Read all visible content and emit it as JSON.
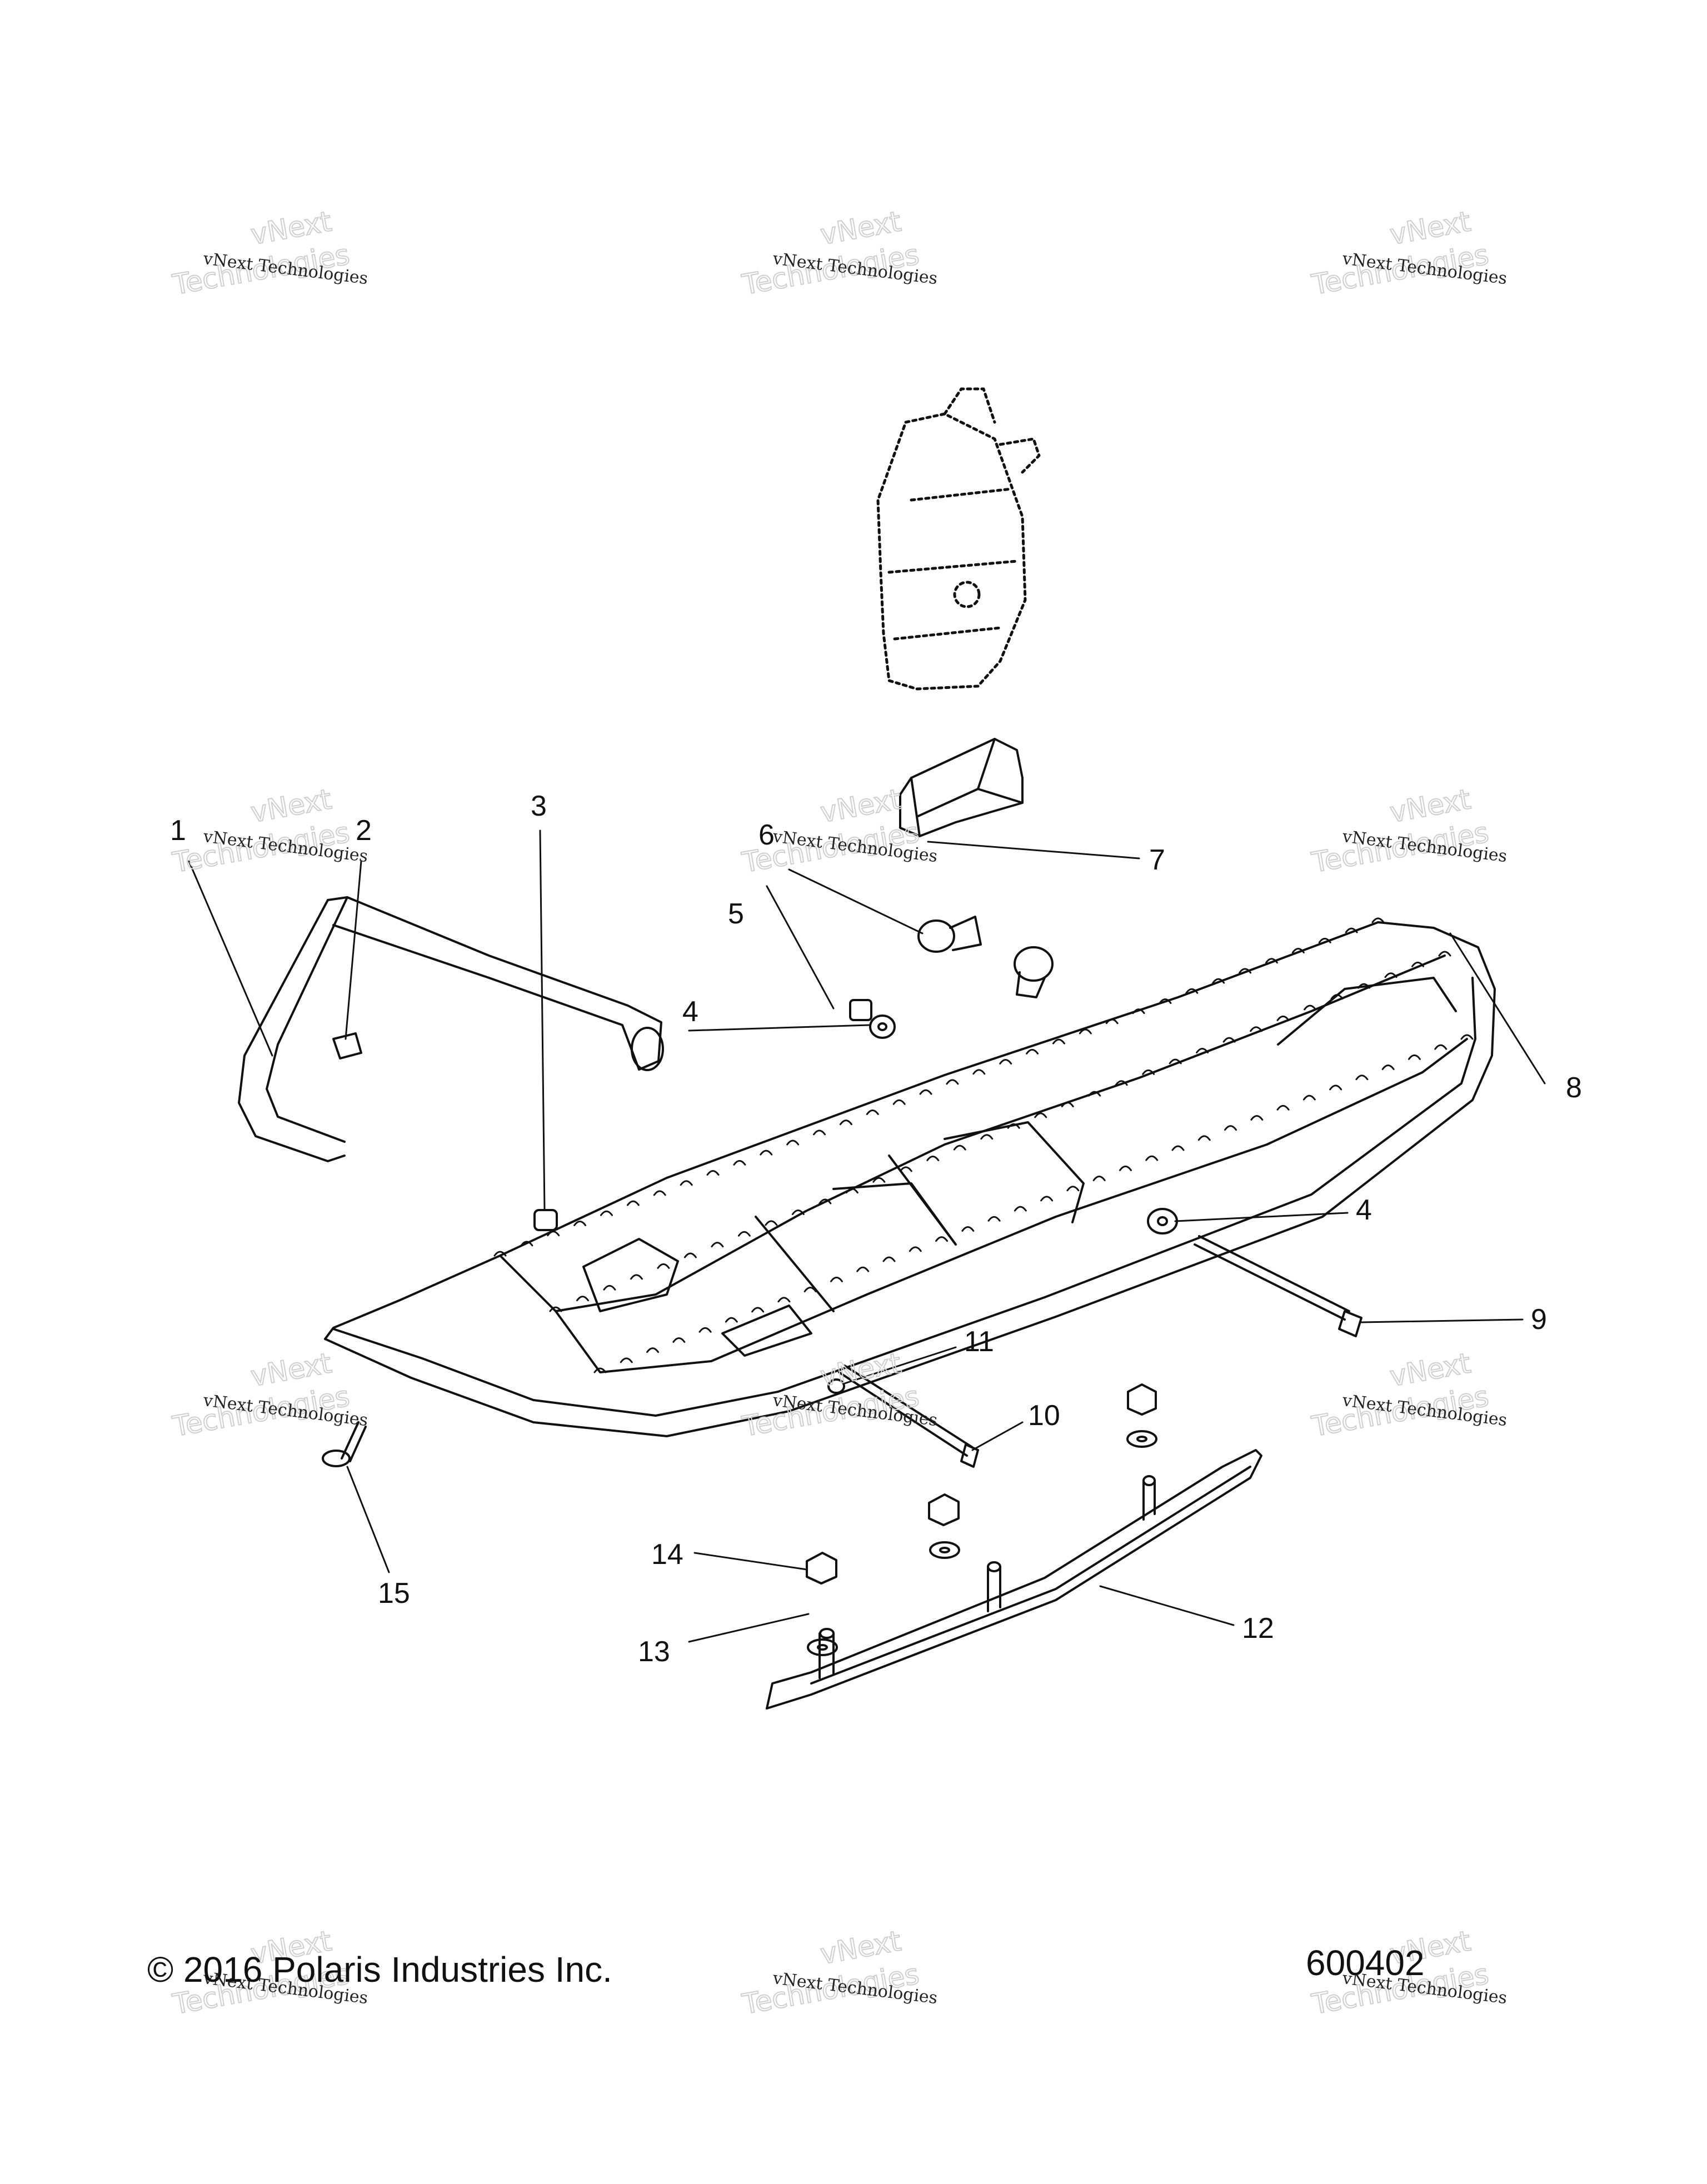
{
  "callouts": [
    "1",
    "2",
    "3",
    "4",
    "5",
    "6",
    "7",
    "8",
    "4",
    "9",
    "11",
    "10",
    "12",
    "13",
    "14",
    "15"
  ],
  "watermark": {
    "line1": "vNext Technologies",
    "line2": "vNext",
    "line3": "Technologies"
  },
  "footer": {
    "copyright": "© 2016 Polaris Industries Inc.",
    "figure_number": "600402"
  },
  "colors": {
    "line": "#111111",
    "watermark_outline": "#cfcfcf"
  }
}
